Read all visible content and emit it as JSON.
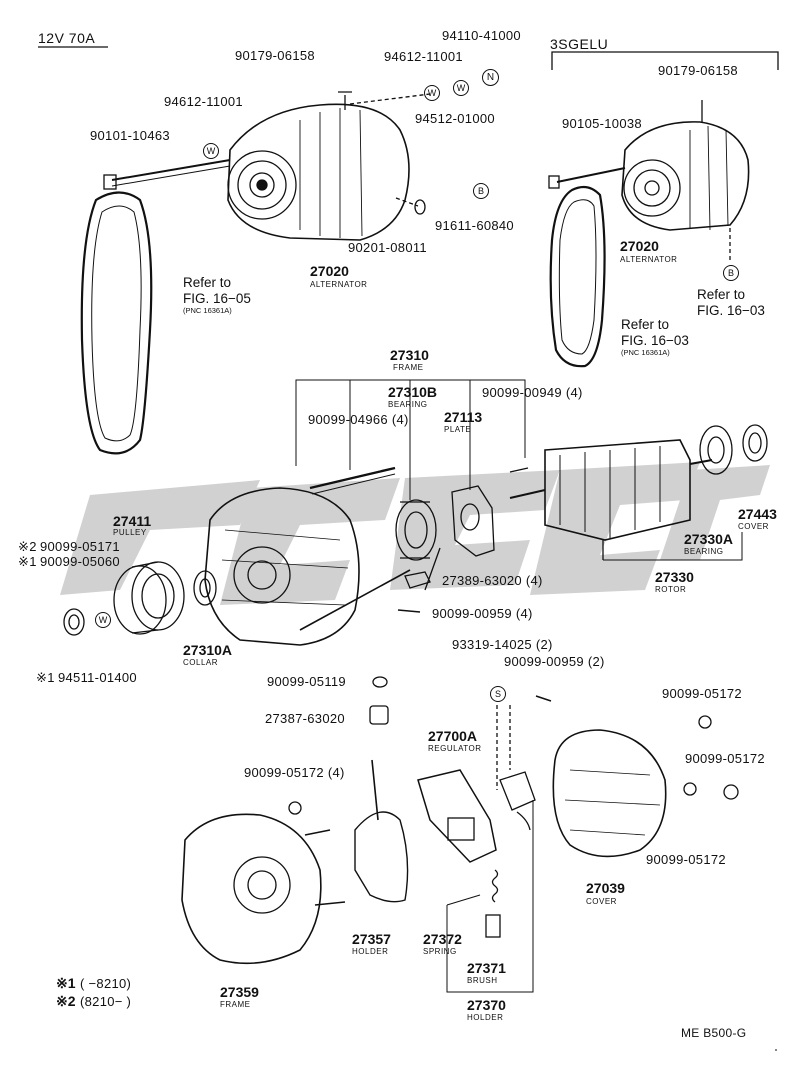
{
  "header": {
    "left": "12V 70A",
    "right": "3SGELU"
  },
  "parts": {
    "p_90179_06158_a": "90179-06158",
    "p_94612_11001_a": "94612-11001",
    "p_94110_41000": "94110-41000",
    "p_94612_11001_b": "94612-11001",
    "p_94512_01000": "94512-01000",
    "p_90101_10463": "90101-10463",
    "p_91611_60840": "91611-60840",
    "p_90201_08011": "90201-08011",
    "p_27020_a": "27020",
    "p_alt_a": "ALTERNATOR",
    "p_90179_06158_b": "90179-06158",
    "p_90105_10038": "90105-10038",
    "p_27020_b": "27020",
    "p_alt_b": "ALTERNATOR",
    "p_27310": "27310",
    "p_frame_a": "FRAME",
    "p_27310B": "27310B",
    "p_bearing_a": "BEARING",
    "p_90099_00949": "90099-00949 (4)",
    "p_90099_04966": "90099-04966 (4)",
    "p_27113": "27113",
    "p_plate": "PLATE",
    "p_27411": "27411",
    "p_pulley": "PULLEY",
    "p_90099_05171": "90099-05171",
    "p_90099_05060": "90099-05060",
    "p_27443": "27443",
    "p_cover_a": "COVER",
    "p_27330A": "27330A",
    "p_bearing_b": "BEARING",
    "p_27330": "27330",
    "p_rotor": "ROTOR",
    "p_27389": "27389-63020 (4)",
    "p_90099_00959_a": "90099-00959 (4)",
    "p_27310A": "27310A",
    "p_collar": "COLLAR",
    "p_94511_01400": "94511-01400",
    "p_93319_14025": "93319-14025 (2)",
    "p_90099_00959_b": "90099-00959 (2)",
    "p_90099_05119": "90099-05119",
    "p_27387": "27387-63020",
    "p_90099_05172_a": "90099-05172",
    "p_27700A": "27700A",
    "p_regulator": "REGULATOR",
    "p_90099_05172_b": "90099-05172 (4)",
    "p_90099_05172_c": "90099-05172",
    "p_90099_05172_d": "90099-05172",
    "p_27039": "27039",
    "p_cover_b": "COVER",
    "p_27357": "27357",
    "p_holder_a": "HOLDER",
    "p_27372": "27372",
    "p_spring": "SPRING",
    "p_27371": "27371",
    "p_brush": "BRUSH",
    "p_27370": "27370",
    "p_holder_b": "HOLDER",
    "p_27359": "27359",
    "p_frame_b": "FRAME"
  },
  "refs": {
    "ref1_a": "Refer to",
    "ref1_b": "FIG. 16−05",
    "ref1_c": "(PNC 16361A)",
    "ref2_a": "Refer to",
    "ref2_b": "FIG. 16−03",
    "ref3_a": "Refer to",
    "ref3_b": "FIG. 16−03",
    "ref3_c": "(PNC 16361A)"
  },
  "marks": {
    "m_x2": "※2",
    "m_x1": "※1",
    "m_x1b": "※1"
  },
  "callouts": {
    "n": "N",
    "w": "W",
    "b": "B",
    "s": "S"
  },
  "notes": {
    "n1_mark": "※1",
    "n1_text": "(      −8210)",
    "n2_mark": "※2",
    "n2_text": "(8210−        )"
  },
  "footer": {
    "code": "ME B500-G"
  },
  "colors": {
    "ink": "#111111",
    "watermark": "#c8c8c8"
  }
}
